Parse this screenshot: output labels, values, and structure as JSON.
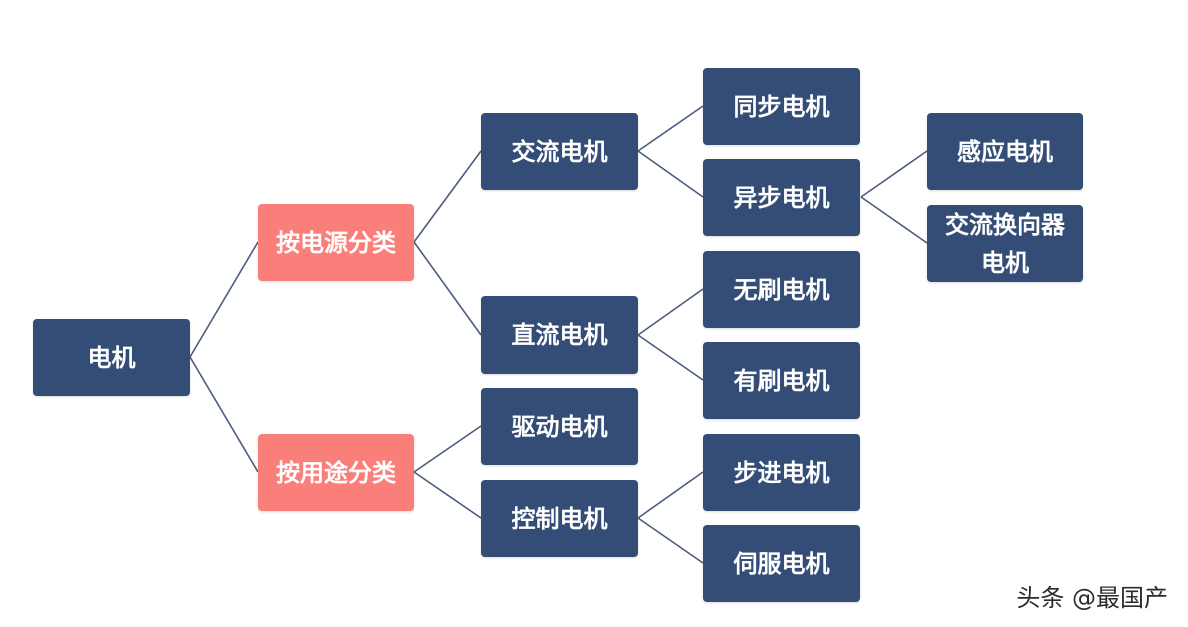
{
  "colors": {
    "primary": "#344d77",
    "accent": "#fa7f7b",
    "line": "#4a5d7e"
  },
  "root": {
    "label": "电机"
  },
  "categories": {
    "by_power": {
      "label": "按电源分类",
      "ac": {
        "label": "交流电机",
        "sync": "同步电机",
        "async": {
          "label": "异步电机",
          "induction": "感应电机",
          "commutator": "交流换向器电机"
        }
      },
      "dc": {
        "label": "直流电机",
        "brushless": "无刷电机",
        "brushed": "有刷电机"
      }
    },
    "by_use": {
      "label": "按用途分类",
      "drive": "驱动电机",
      "control": {
        "label": "控制电机",
        "stepper": "步进电机",
        "servo": "伺服电机"
      }
    }
  },
  "watermark": "头条 @最国产"
}
